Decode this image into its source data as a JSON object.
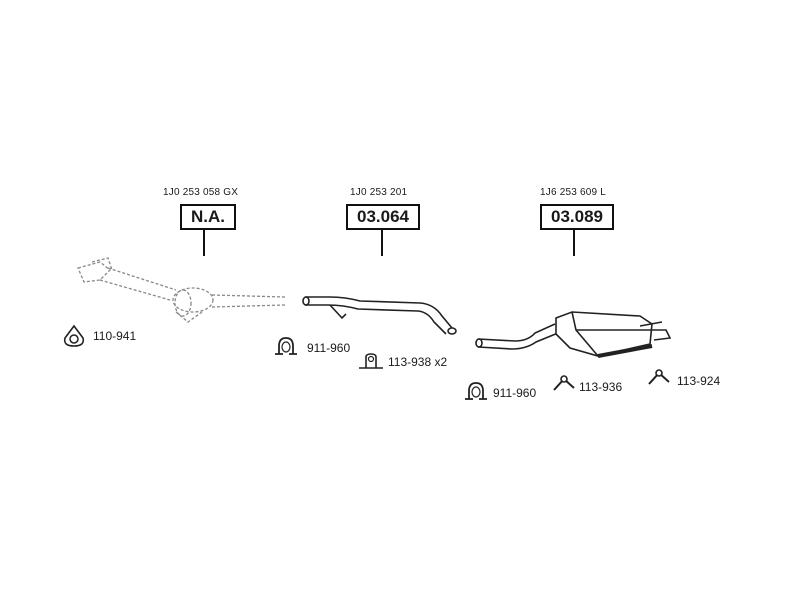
{
  "parts": [
    {
      "oem": "1J0 253 058 GX",
      "code": "N.A."
    },
    {
      "oem": "1J0 253 201",
      "code": "03.064"
    },
    {
      "oem": "1J6 253 609 L",
      "code": "03.089"
    }
  ],
  "accessories": [
    {
      "code": "110-941",
      "icon": "gasket-icon"
    },
    {
      "code": "911-960",
      "icon": "clamp-icon"
    },
    {
      "code": "113-938 x2",
      "icon": "mounting-bracket-icon"
    },
    {
      "code": "911-960",
      "icon": "clamp-icon"
    },
    {
      "code": "113-936",
      "icon": "rubber-hanger-icon"
    },
    {
      "code": "113-924",
      "icon": "rubber-hanger-icon"
    }
  ]
}
